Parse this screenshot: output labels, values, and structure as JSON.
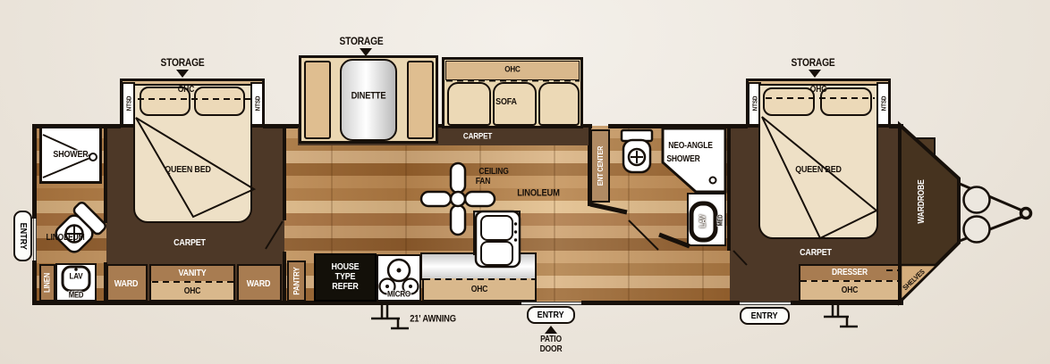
{
  "labels": {
    "storage_front": "STORAGE",
    "storage_dinette": "STORAGE",
    "storage_rear": "STORAGE",
    "ohc_front_slide": "OHC",
    "ntsd_front_left": "NTSD",
    "ntsd_front_right": "NTSD",
    "queen_bed_front": "QUEEN BED",
    "carpet_front": "CARPET",
    "shower_front": "SHOWER",
    "linoleum_front": "LINOLEUM",
    "entry_side": "ENTRY",
    "linen": "LINEN",
    "lav_front": "LAV",
    "med_front": "MED",
    "ward_left": "WARD",
    "vanity": "VANITY",
    "ohc_vanity": "OHC",
    "ward_right": "WARD",
    "pantry": "PANTRY",
    "refer_line1": "HOUSE",
    "refer_line2": "TYPE",
    "refer_line3": "REFER",
    "micro": "MICRO",
    "ohc_kitchen": "OHC",
    "dinette": "DINETTE",
    "ohc_sofa": "OHC",
    "sofa": "SOFA",
    "carpet_sofa": "CARPET",
    "ceiling_fan_line1": "CEILING",
    "ceiling_fan_line2": "FAN",
    "linoleum_main": "LINOLEUM",
    "ent_center": "ENT CENTER",
    "neo_angle_line1": "NEO-ANGLE",
    "neo_angle_line2": "SHOWER",
    "lav_mid": "LAV",
    "med_mid": "MED",
    "ohc_rear_slide": "OHC",
    "ntsd_rear_left": "NTSD",
    "ntsd_rear_right": "NTSD",
    "queen_bed_rear": "QUEEN BED",
    "carpet_rear": "CARPET",
    "dresser": "DRESSER",
    "ohc_dresser": "OHC",
    "wardrobe": "WARDROBE",
    "shelves": "SHELVES",
    "awning": "21' AWNING",
    "entry_patio": "ENTRY",
    "patio_line1": "PATIO",
    "patio_line2": "DOOR",
    "entry_rear": "ENTRY"
  },
  "colors": {
    "wall": "#17100a",
    "carpet": "#4d3827",
    "cabinet_brown": "#a87c51",
    "cabinet_tan": "#d9b88c",
    "furniture_cream": "#ecd9b6",
    "cap_brown": "#46331f",
    "background": "#ece6dd"
  }
}
